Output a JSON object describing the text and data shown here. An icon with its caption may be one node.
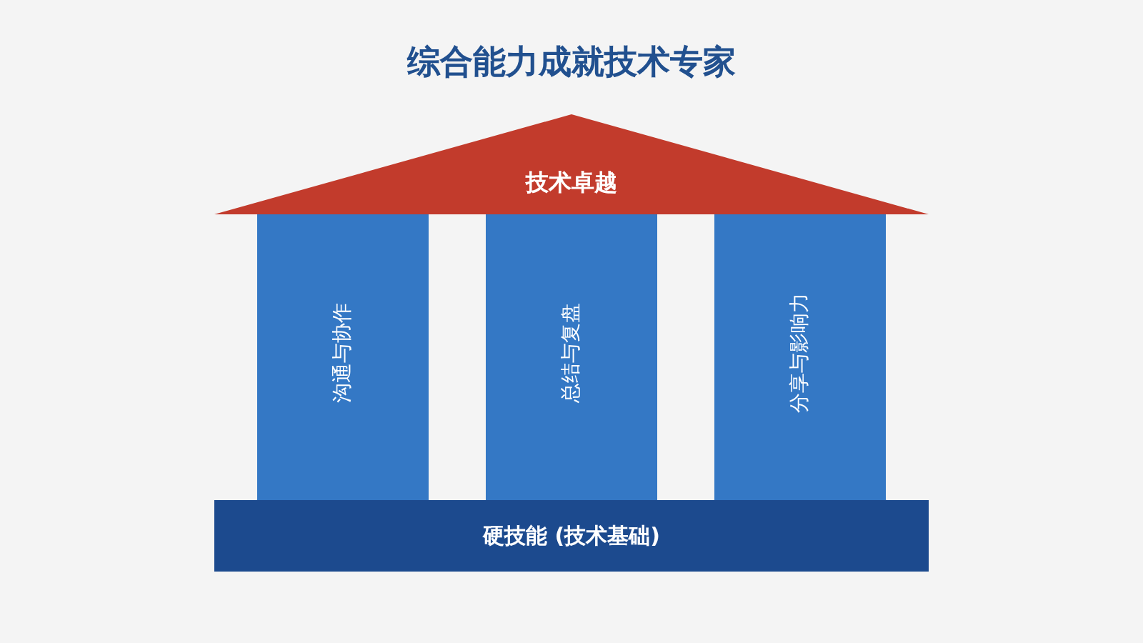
{
  "diagram": {
    "title": "综合能力成就技术专家",
    "nodes": [
      {
        "text": [
          "技术卓越"
        ]
      },
      {
        "text": [
          "沟通与协作"
        ]
      },
      {
        "text": [
          "总结与复盘"
        ]
      },
      {
        "text": [
          "分享与影响力"
        ]
      },
      {
        "text": [
          "硬技能 (技术基础)"
        ]
      }
    ]
  }
}
